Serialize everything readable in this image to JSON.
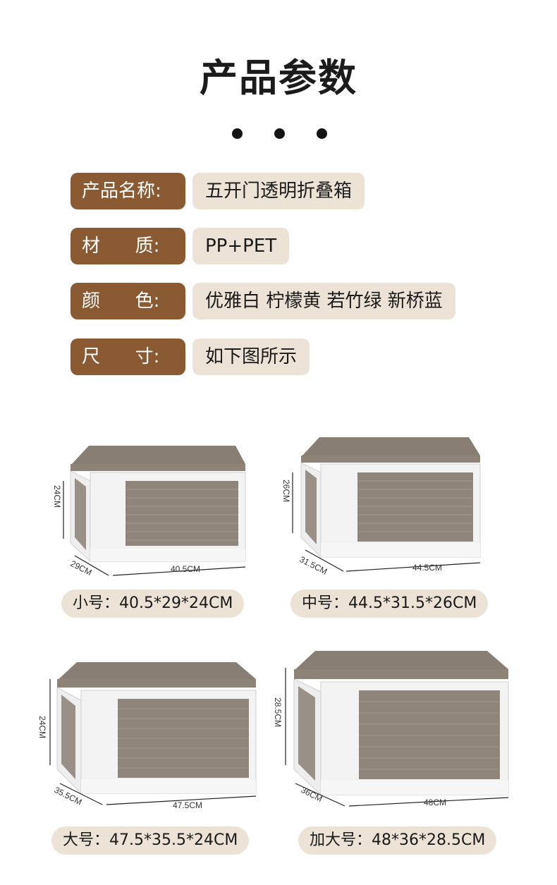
{
  "title": "产品参数",
  "params": [
    {
      "label": "产品名称:",
      "value": "五开门透明折叠箱"
    },
    {
      "label": "材      质:",
      "value": "PP+PET"
    },
    {
      "label": "颜      色:",
      "value": "优雅白 柠檬黄 若竹绿 新桥蓝"
    },
    {
      "label": "尺      寸:",
      "value": "如下图所示"
    }
  ],
  "sizes": [
    {
      "name": "小号",
      "spec": "小号：40.5*29*24CM",
      "height": "24CM",
      "depth": "29CM",
      "width": "40.5CM"
    },
    {
      "name": "中号",
      "spec": "中号：44.5*31.5*26CM",
      "height": "26CM",
      "depth": "31.5CM",
      "width": "44.5CM"
    },
    {
      "name": "大号",
      "spec": "大号：47.5*35.5*24CM",
      "height": "24CM",
      "depth": "35.5CM",
      "width": "47.5CM"
    },
    {
      "name": "加大号",
      "spec": "加大号：48*36*28.5CM",
      "height": "28.5CM",
      "depth": "36CM",
      "width": "48CM"
    }
  ],
  "colors": {
    "label_bg": "#8a5b33",
    "value_bg": "#ece3d6",
    "box_tint": "#7b7065",
    "box_frame": "#f3f3f3"
  }
}
